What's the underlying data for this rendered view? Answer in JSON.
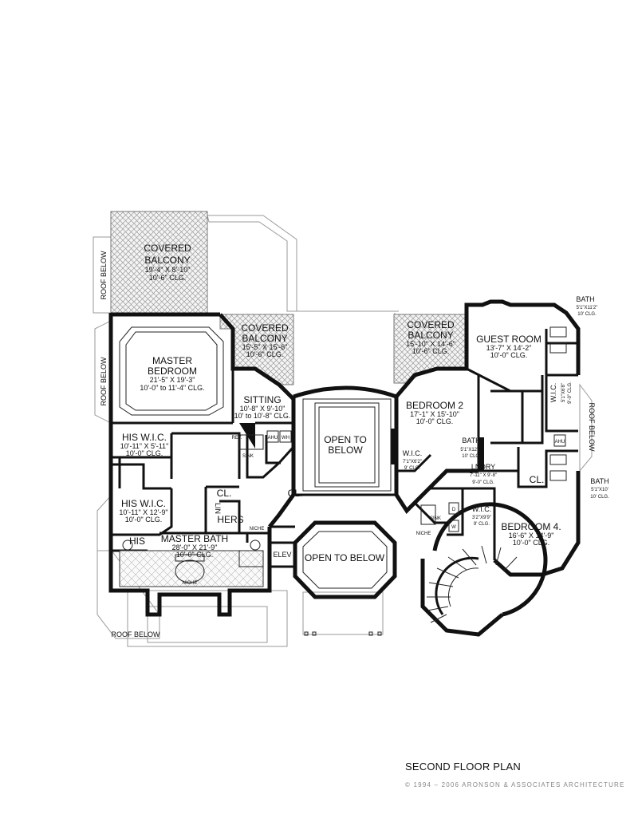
{
  "title": "SECOND FLOOR PLAN",
  "copyright": "© 1994 – 2006 ARONSON & ASSOCIATES ARCHITECTURE",
  "rooms": {
    "covered_balcony_1": {
      "name": "COVERED",
      "name2": "BALCONY",
      "dims": "19'-4\" X 8'-10\"",
      "clg": "10'-6\" CLG."
    },
    "covered_balcony_2": {
      "name": "COVERED",
      "name2": "BALCONY",
      "dims": "15'-5\" X 15'-6\"",
      "clg": "10'-6\" CLG."
    },
    "covered_balcony_3": {
      "name": "COVERED",
      "name2": "BALCONY",
      "dims": "15'-10\" X 14'-6\"",
      "clg": "10'-6\" CLG."
    },
    "master_bedroom": {
      "name": "MASTER",
      "name2": "BEDROOM",
      "dims": "21'-5\" X 19'-3\"",
      "clg": "10'-0\" to 11'-4\" CLG."
    },
    "sitting": {
      "name": "SITTING",
      "dims": "10'-8\" X 9'-10\"",
      "clg": "10' to 10'-8\" CLG."
    },
    "open_below_1": {
      "line1": "OPEN TO",
      "line2": "BELOW"
    },
    "open_below_2": {
      "line1": "OPEN TO BELOW"
    },
    "guest_room": {
      "name": "GUEST ROOM",
      "dims": "13'-7\" X 14'-2\"",
      "clg": "10'-0\" CLG."
    },
    "bedroom2": {
      "name": "BEDROOM 2",
      "dims": "17'-1\" X 15'-10\"",
      "clg": "10'-0\" CLG."
    },
    "bath_guest": {
      "name": "BATH",
      "dims": "5'1\"X11'2\"",
      "clg": "10' CLG."
    },
    "wic_guest": {
      "name": "W.I.C.",
      "dims": "5'1\"X6'8\"",
      "clg": "9'-0\" CLG."
    },
    "bath2": {
      "name": "BATH",
      "dims": "5'1\"X12'2\"",
      "clg": "10' CLG."
    },
    "wic_b2": {
      "name": "W.I.C.",
      "dims": "7'1\"X6'2\"",
      "clg": "9' CLG."
    },
    "lndry": {
      "name": "LNDRY",
      "dims": "7'-11\" X 9'-8\"",
      "clg": "9'-0\" CLG."
    },
    "bath4": {
      "name": "BATH",
      "dims": "5'1\"X10'",
      "clg": "10' CLG."
    },
    "wic_b4": {
      "name": "W.I.C.",
      "dims": "3'2\"X9'9\"",
      "clg": "9' CLG."
    },
    "bedroom4": {
      "name": "BEDROOM 4.",
      "dims": "16'-6\" X 14'-9\"",
      "clg": "10'-0\" CLG."
    },
    "his_wic_1": {
      "name": "HIS W.I.C.",
      "dims": "10'-11\" X 5'-11\"",
      "clg": "10'-0\" CLG."
    },
    "his_wic_2": {
      "name": "HIS W.I.C.",
      "dims": "10'-11\" X 12'-9\"",
      "clg": "10'-0\" CLG."
    },
    "master_bath": {
      "name": "MASTER BATH",
      "dims": "28'-0\" X 21'-9\"",
      "clg": "10'-0\" CLG."
    }
  },
  "labels": {
    "roof_below": "ROOF BELOW",
    "his": "HIS",
    "hers": "HERS",
    "cl": "CL.",
    "lin": "LIN",
    "elev": "ELEV",
    "ref": "REF.",
    "ahu": "AHU",
    "wh": "WH",
    "sink": "SINK",
    "niche": "NICHE",
    "d": "D",
    "w": "W"
  }
}
